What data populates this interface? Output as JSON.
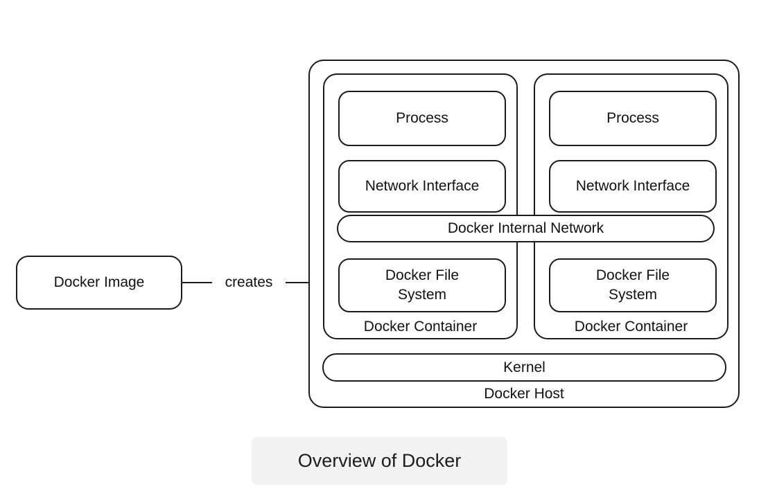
{
  "colors": {
    "line": "#1a1a1a",
    "box_fill": "#ffffff",
    "caption_bg": "#f2f2f2",
    "text": "#111111"
  },
  "diagram": {
    "docker_image_label": "Docker Image",
    "creates_label": "creates",
    "host": {
      "label": "Docker Host",
      "kernel_label": "Kernel",
      "internal_network_label": "Docker Internal Network",
      "containers": [
        {
          "label": "Docker Container",
          "process_label": "Process",
          "network_interface_label": "Network Interface",
          "file_system_label": "Docker File System"
        },
        {
          "label": "Docker Container",
          "process_label": "Process",
          "network_interface_label": "Network Interface",
          "file_system_label": "Docker File System"
        }
      ]
    }
  },
  "caption": "Overview of Docker"
}
